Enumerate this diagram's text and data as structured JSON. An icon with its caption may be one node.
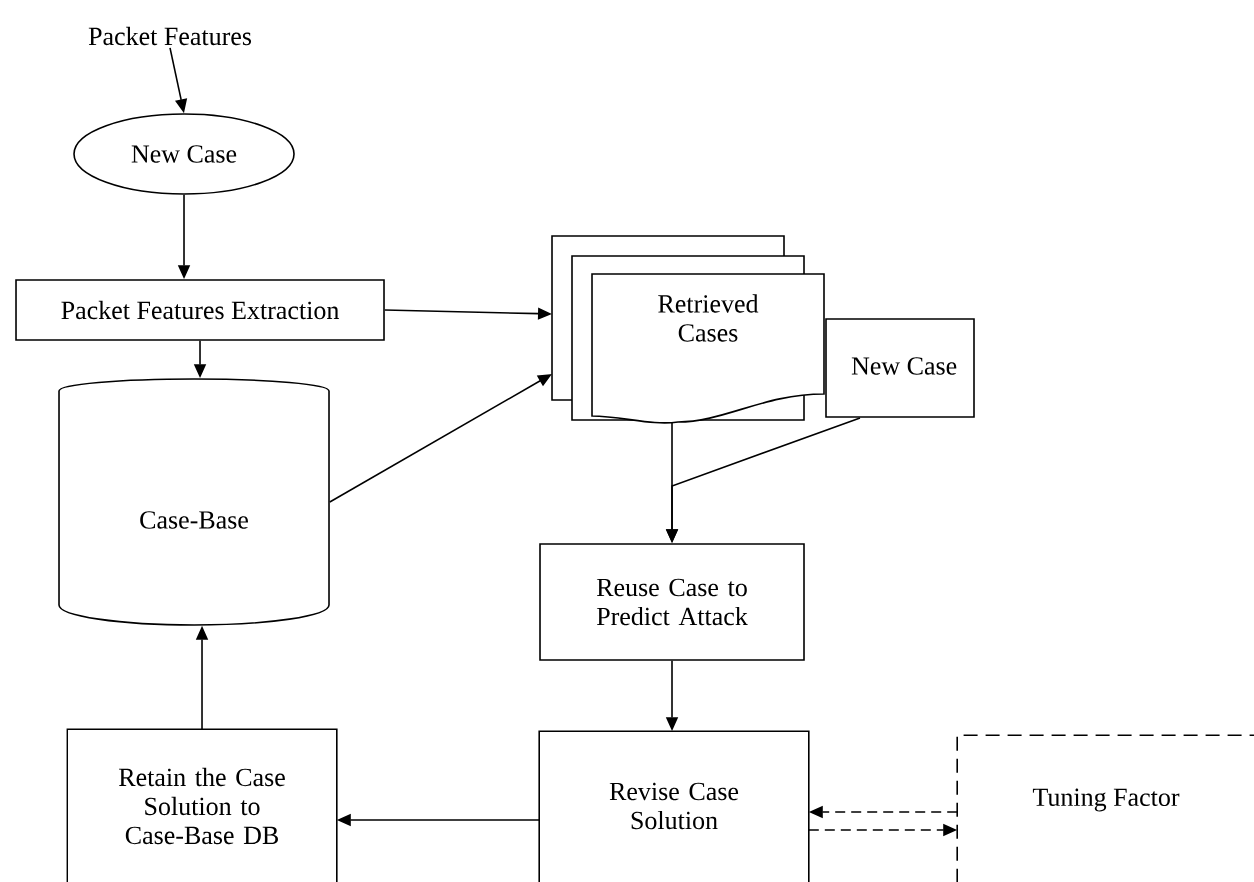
{
  "diagram": {
    "nodes": [
      {
        "text": [
          "Packet Features"
        ]
      },
      {
        "text": [
          "New Case"
        ]
      },
      {
        "text": [
          "Packet Features Extraction"
        ]
      },
      {
        "text": [
          "Retrieved Cases"
        ]
      },
      {
        "text": [
          "New Case"
        ]
      },
      {
        "text": [
          "Case-Base"
        ]
      },
      {
        "text": [
          "Reuse Case to Predict Attack"
        ]
      },
      {
        "text": [
          "Revise Case Solution"
        ]
      },
      {
        "text": [
          "Retain the Case Solution to Case-Base DB"
        ]
      },
      {
        "text": [
          "Tuning Factor"
        ]
      }
    ],
    "edges": [
      {
        "from": 0,
        "to": 1,
        "arrow": "to"
      },
      {
        "from": 1,
        "to": 2,
        "arrow": "to"
      },
      {
        "from": 2,
        "to": 3,
        "arrow": "to"
      },
      {
        "from": 2,
        "to": 5,
        "arrow": "to"
      },
      {
        "from": 5,
        "to": 3,
        "arrow": "to"
      },
      {
        "from": 3,
        "to": 6,
        "arrow": "to"
      },
      {
        "from": 4,
        "to": 6,
        "arrow": "to"
      },
      {
        "from": 6,
        "to": 7,
        "arrow": "to"
      },
      {
        "from": 7,
        "to": 8,
        "arrow": "to"
      },
      {
        "from": 8,
        "to": 5,
        "arrow": "to"
      },
      {
        "from": 7,
        "to": 9,
        "arrow": "to",
        "style": "dashed"
      },
      {
        "from": 9,
        "to": 7,
        "arrow": "to",
        "style": "dashed"
      }
    ]
  }
}
